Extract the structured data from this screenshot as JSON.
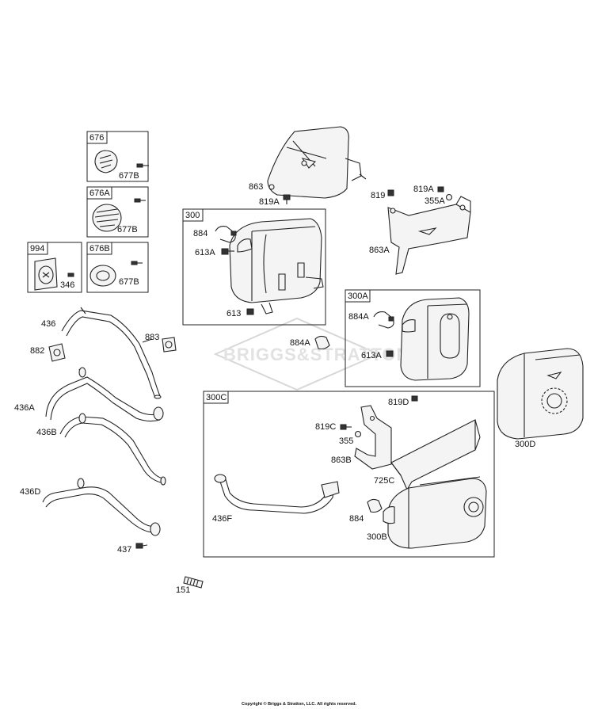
{
  "watermark": "BRIGGS&STRATTON",
  "copyright": "Copyright © Briggs & Stratton, LLC. All rights reserved.",
  "boxes": {
    "b676": "676",
    "b676A": "676A",
    "b676B": "676B",
    "b994": "994",
    "b300": "300",
    "b300A": "300A",
    "b300C": "300C"
  },
  "labels": {
    "l677B_1": "677B",
    "l677B_2": "677B",
    "l677B_3": "677B",
    "l346": "346",
    "l863": "863",
    "l819A_1": "819A",
    "l819": "819",
    "l819A_2": "819A",
    "l355A": "355A",
    "l884": "884",
    "l613A_1": "613A",
    "l613": "613",
    "l863A": "863A",
    "l884A_1": "884A",
    "l884A_2": "884A",
    "l613A_2": "613A",
    "l436": "436",
    "l882": "882",
    "l883": "883",
    "l436A": "436A",
    "l436B": "436B",
    "l436D": "436D",
    "l437": "437",
    "l151": "151",
    "l819D": "819D",
    "l819C": "819C",
    "l355": "355",
    "l863B": "863B",
    "l725C": "725C",
    "l436F": "436F",
    "l884_2": "884",
    "l300B": "300B",
    "l300D": "300D"
  }
}
